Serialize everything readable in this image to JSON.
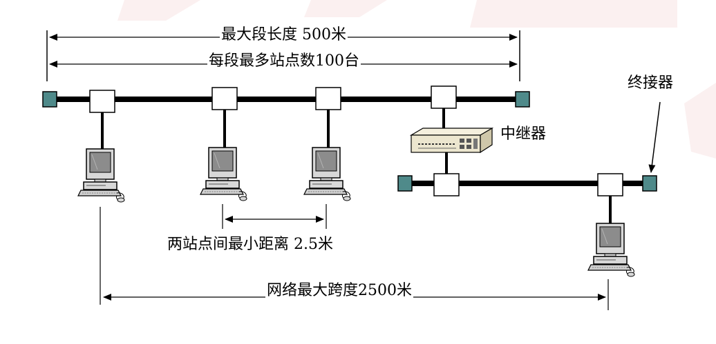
{
  "labels": {
    "max_segment_length": "最大段长度 500米",
    "max_stations_per_segment": "每段最多站点数100台",
    "terminator": "终接器",
    "repeater": "中继器",
    "min_station_distance": "两站点间最小距离 2.5米",
    "max_network_span": "网络最大跨度2500米"
  },
  "colors": {
    "cable": "#000000",
    "terminator": "#4f8a8a",
    "connector_box": "#ffffff",
    "computer_body": "#d8d8d8",
    "computer_screen": "#8c8c8c",
    "repeater_body": "#ece6cf"
  },
  "icons": {
    "computer": "desktop-computer-icon",
    "repeater": "repeater-device-icon"
  }
}
